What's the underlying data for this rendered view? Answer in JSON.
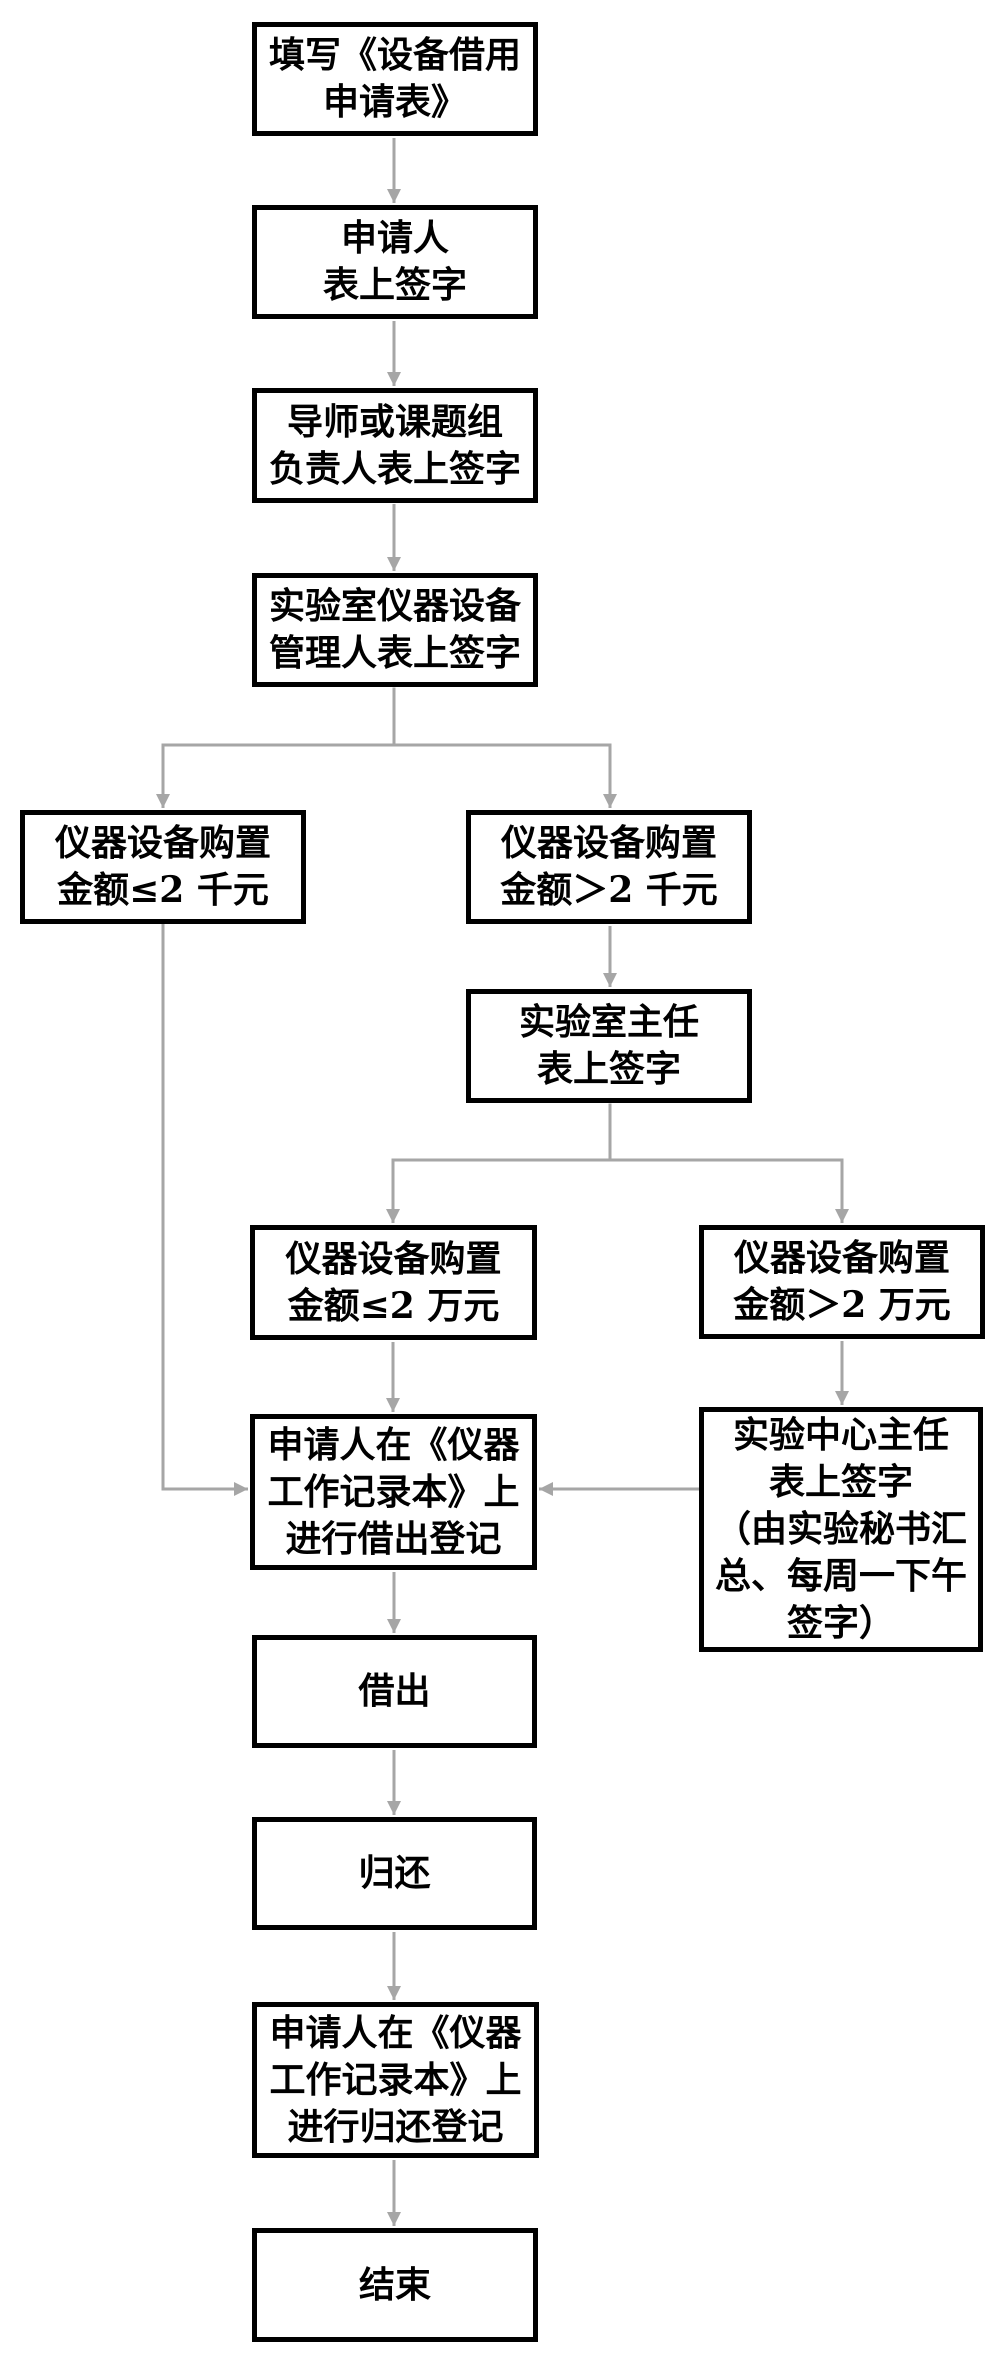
{
  "colors": {
    "background": "#ffffff",
    "box-border": "#000000",
    "text": "#000000",
    "connector": "#a6a6a6"
  },
  "diagram": {
    "type": "flowchart",
    "direction": "top-down",
    "nodes": [
      {
        "id": "fill-form",
        "lines": [
          "填写《设备借用",
          "申请表》"
        ]
      },
      {
        "id": "applicant-sign",
        "lines": [
          "申请人",
          "表上签字"
        ]
      },
      {
        "id": "supervisor-sign",
        "lines": [
          "导师或课题组",
          "负责人表上签字"
        ]
      },
      {
        "id": "lab-equipment-manager-sign",
        "lines": [
          "实验室仪器设备",
          "管理人表上签字"
        ]
      },
      {
        "id": "amount-le-2k-yuan",
        "lines": [
          "仪器设备购置",
          "金额≤2 千元"
        ]
      },
      {
        "id": "amount-gt-2k-yuan",
        "lines": [
          "仪器设备购置",
          "金额＞2 千元"
        ]
      },
      {
        "id": "lab-director-sign",
        "lines": [
          "实验室主任",
          "表上签字"
        ]
      },
      {
        "id": "amount-le-20k-yuan",
        "lines": [
          "仪器设备购置",
          "金额≤2 万元"
        ]
      },
      {
        "id": "amount-gt-20k-yuan",
        "lines": [
          "仪器设备购置",
          "金额＞2 万元"
        ]
      },
      {
        "id": "center-director-sign",
        "lines": [
          "实验中心主任",
          "表上签字",
          "（由实验秘书汇",
          "总、每周一下午",
          "签字）"
        ]
      },
      {
        "id": "borrow-register",
        "lines": [
          "申请人在《仪器",
          "工作记录本》上",
          "进行借出登记"
        ]
      },
      {
        "id": "lend-out",
        "lines": [
          "借出"
        ]
      },
      {
        "id": "return",
        "lines": [
          "归还"
        ]
      },
      {
        "id": "return-register",
        "lines": [
          "申请人在《仪器",
          "工作记录本》上",
          "进行归还登记"
        ]
      },
      {
        "id": "end",
        "lines": [
          "结束"
        ]
      }
    ],
    "edges": [
      {
        "from": "fill-form",
        "to": "applicant-sign"
      },
      {
        "from": "applicant-sign",
        "to": "supervisor-sign"
      },
      {
        "from": "supervisor-sign",
        "to": "lab-equipment-manager-sign"
      },
      {
        "from": "lab-equipment-manager-sign",
        "to": "amount-le-2k-yuan"
      },
      {
        "from": "lab-equipment-manager-sign",
        "to": "amount-gt-2k-yuan"
      },
      {
        "from": "amount-gt-2k-yuan",
        "to": "lab-director-sign"
      },
      {
        "from": "lab-director-sign",
        "to": "amount-le-20k-yuan"
      },
      {
        "from": "lab-director-sign",
        "to": "amount-gt-20k-yuan"
      },
      {
        "from": "amount-le-20k-yuan",
        "to": "borrow-register"
      },
      {
        "from": "amount-gt-20k-yuan",
        "to": "center-director-sign"
      },
      {
        "from": "amount-le-2k-yuan",
        "to": "borrow-register"
      },
      {
        "from": "center-director-sign",
        "to": "borrow-register"
      },
      {
        "from": "borrow-register",
        "to": "lend-out"
      },
      {
        "from": "lend-out",
        "to": "return"
      },
      {
        "from": "return",
        "to": "return-register"
      },
      {
        "from": "return-register",
        "to": "end"
      }
    ]
  }
}
